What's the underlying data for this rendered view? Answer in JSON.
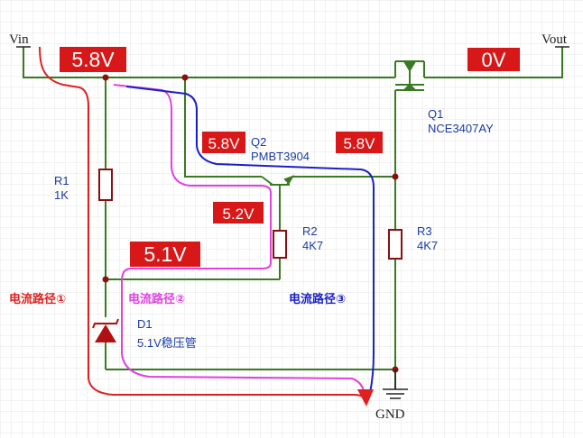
{
  "terminals": {
    "vin": "Vin",
    "vout": "Vout",
    "gnd": "GND"
  },
  "voltage_tags": {
    "vin_rail": "5.8V",
    "vout_rail": "0V",
    "q2_collector": "5.8V",
    "q1_gate": "5.8V",
    "q2_base": "5.2V",
    "zener_node": "5.1V"
  },
  "components": {
    "r1": {
      "ref": "R1",
      "value": "1K"
    },
    "r2": {
      "ref": "R2",
      "value": "4K7"
    },
    "r3": {
      "ref": "R3",
      "value": "4K7"
    },
    "q1": {
      "ref": "Q1",
      "value": "NCE3407AY"
    },
    "q2": {
      "ref": "Q2",
      "value": "PMBT3904"
    },
    "d1": {
      "ref": "D1",
      "value": "5.1V稳压管"
    }
  },
  "current_paths": {
    "path1": {
      "label": "电流路径①",
      "color": "#e02020"
    },
    "path2": {
      "label": "电流路径②",
      "color": "#e040e0"
    },
    "path3": {
      "label": "电流路径③",
      "color": "#1a20c8"
    }
  },
  "colors": {
    "wire": "#3a7a22",
    "tag_fill": "#d81818",
    "tag_text": "#ffffff",
    "component_text": "#1a3aa8",
    "zener_fill": "#b01010",
    "grid": "#e6e6e6"
  }
}
